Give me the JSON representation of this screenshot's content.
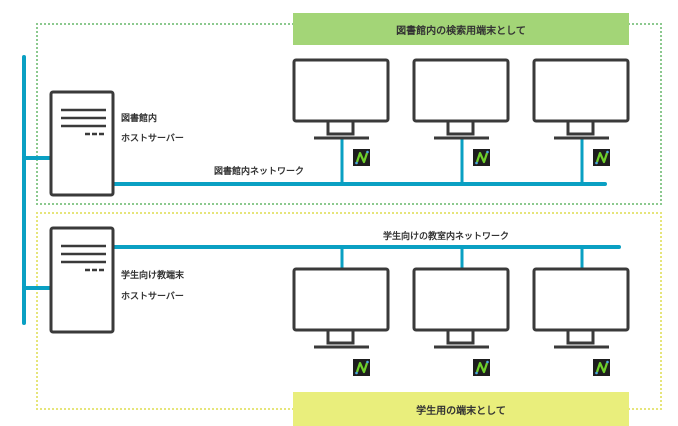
{
  "colors": {
    "network_line": "#0aa0c3",
    "device_outline": "#3a3a3a",
    "library_zone_border": "#8cc98f",
    "library_banner": "#a3d577",
    "student_zone_border": "#e6e57a",
    "student_banner": "#e9ee7c",
    "app_icon_bg": "#1e1e1e",
    "app_icon_stroke": "#6fd12a",
    "app_icon_dot": "#4aa8e0"
  },
  "library_section": {
    "banner": "図書館内の検索用端末として",
    "server_label_line1": "図書館内",
    "server_label_line2": "ホストサーバー",
    "network_label": "図書館内ネットワーク",
    "terminal_count": 3,
    "terminal_icon": "n-app-icon"
  },
  "student_section": {
    "banner": "学生用の端末として",
    "server_label_line1": "学生向け教端末",
    "server_label_line2": "ホストサーバー",
    "network_label": "学生向けの教室内ネットワーク",
    "terminal_count": 3,
    "terminal_icon": "n-app-icon"
  }
}
